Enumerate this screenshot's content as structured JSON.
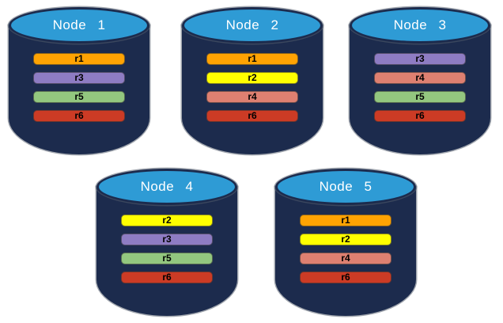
{
  "diagram": {
    "colors": {
      "background": "#FFFFFF",
      "cylinder_body": "#1C2B4D",
      "cylinder_top": "#2E9BD5",
      "node_label_text": "#FFFFFF",
      "bar_label_text": "#000000"
    },
    "replica_colors": {
      "r1": "#FFA303",
      "r2": "#FFFF00",
      "r3": "#8E7CC3",
      "r4": "#DE8071",
      "r5": "#93C77F",
      "r6": "#CC3B25"
    },
    "nodes": [
      {
        "label": "Node 1",
        "replicas": [
          "r1",
          "r3",
          "r5",
          "r6"
        ]
      },
      {
        "label": "Node 2",
        "replicas": [
          "r1",
          "r2",
          "r4",
          "r6"
        ]
      },
      {
        "label": "Node 3",
        "replicas": [
          "r3",
          "r4",
          "r5",
          "r6"
        ]
      },
      {
        "label": "Node 4",
        "replicas": [
          "r2",
          "r3",
          "r5",
          "r6"
        ]
      },
      {
        "label": "Node 5",
        "replicas": [
          "r1",
          "r2",
          "r4",
          "r6"
        ]
      }
    ]
  }
}
